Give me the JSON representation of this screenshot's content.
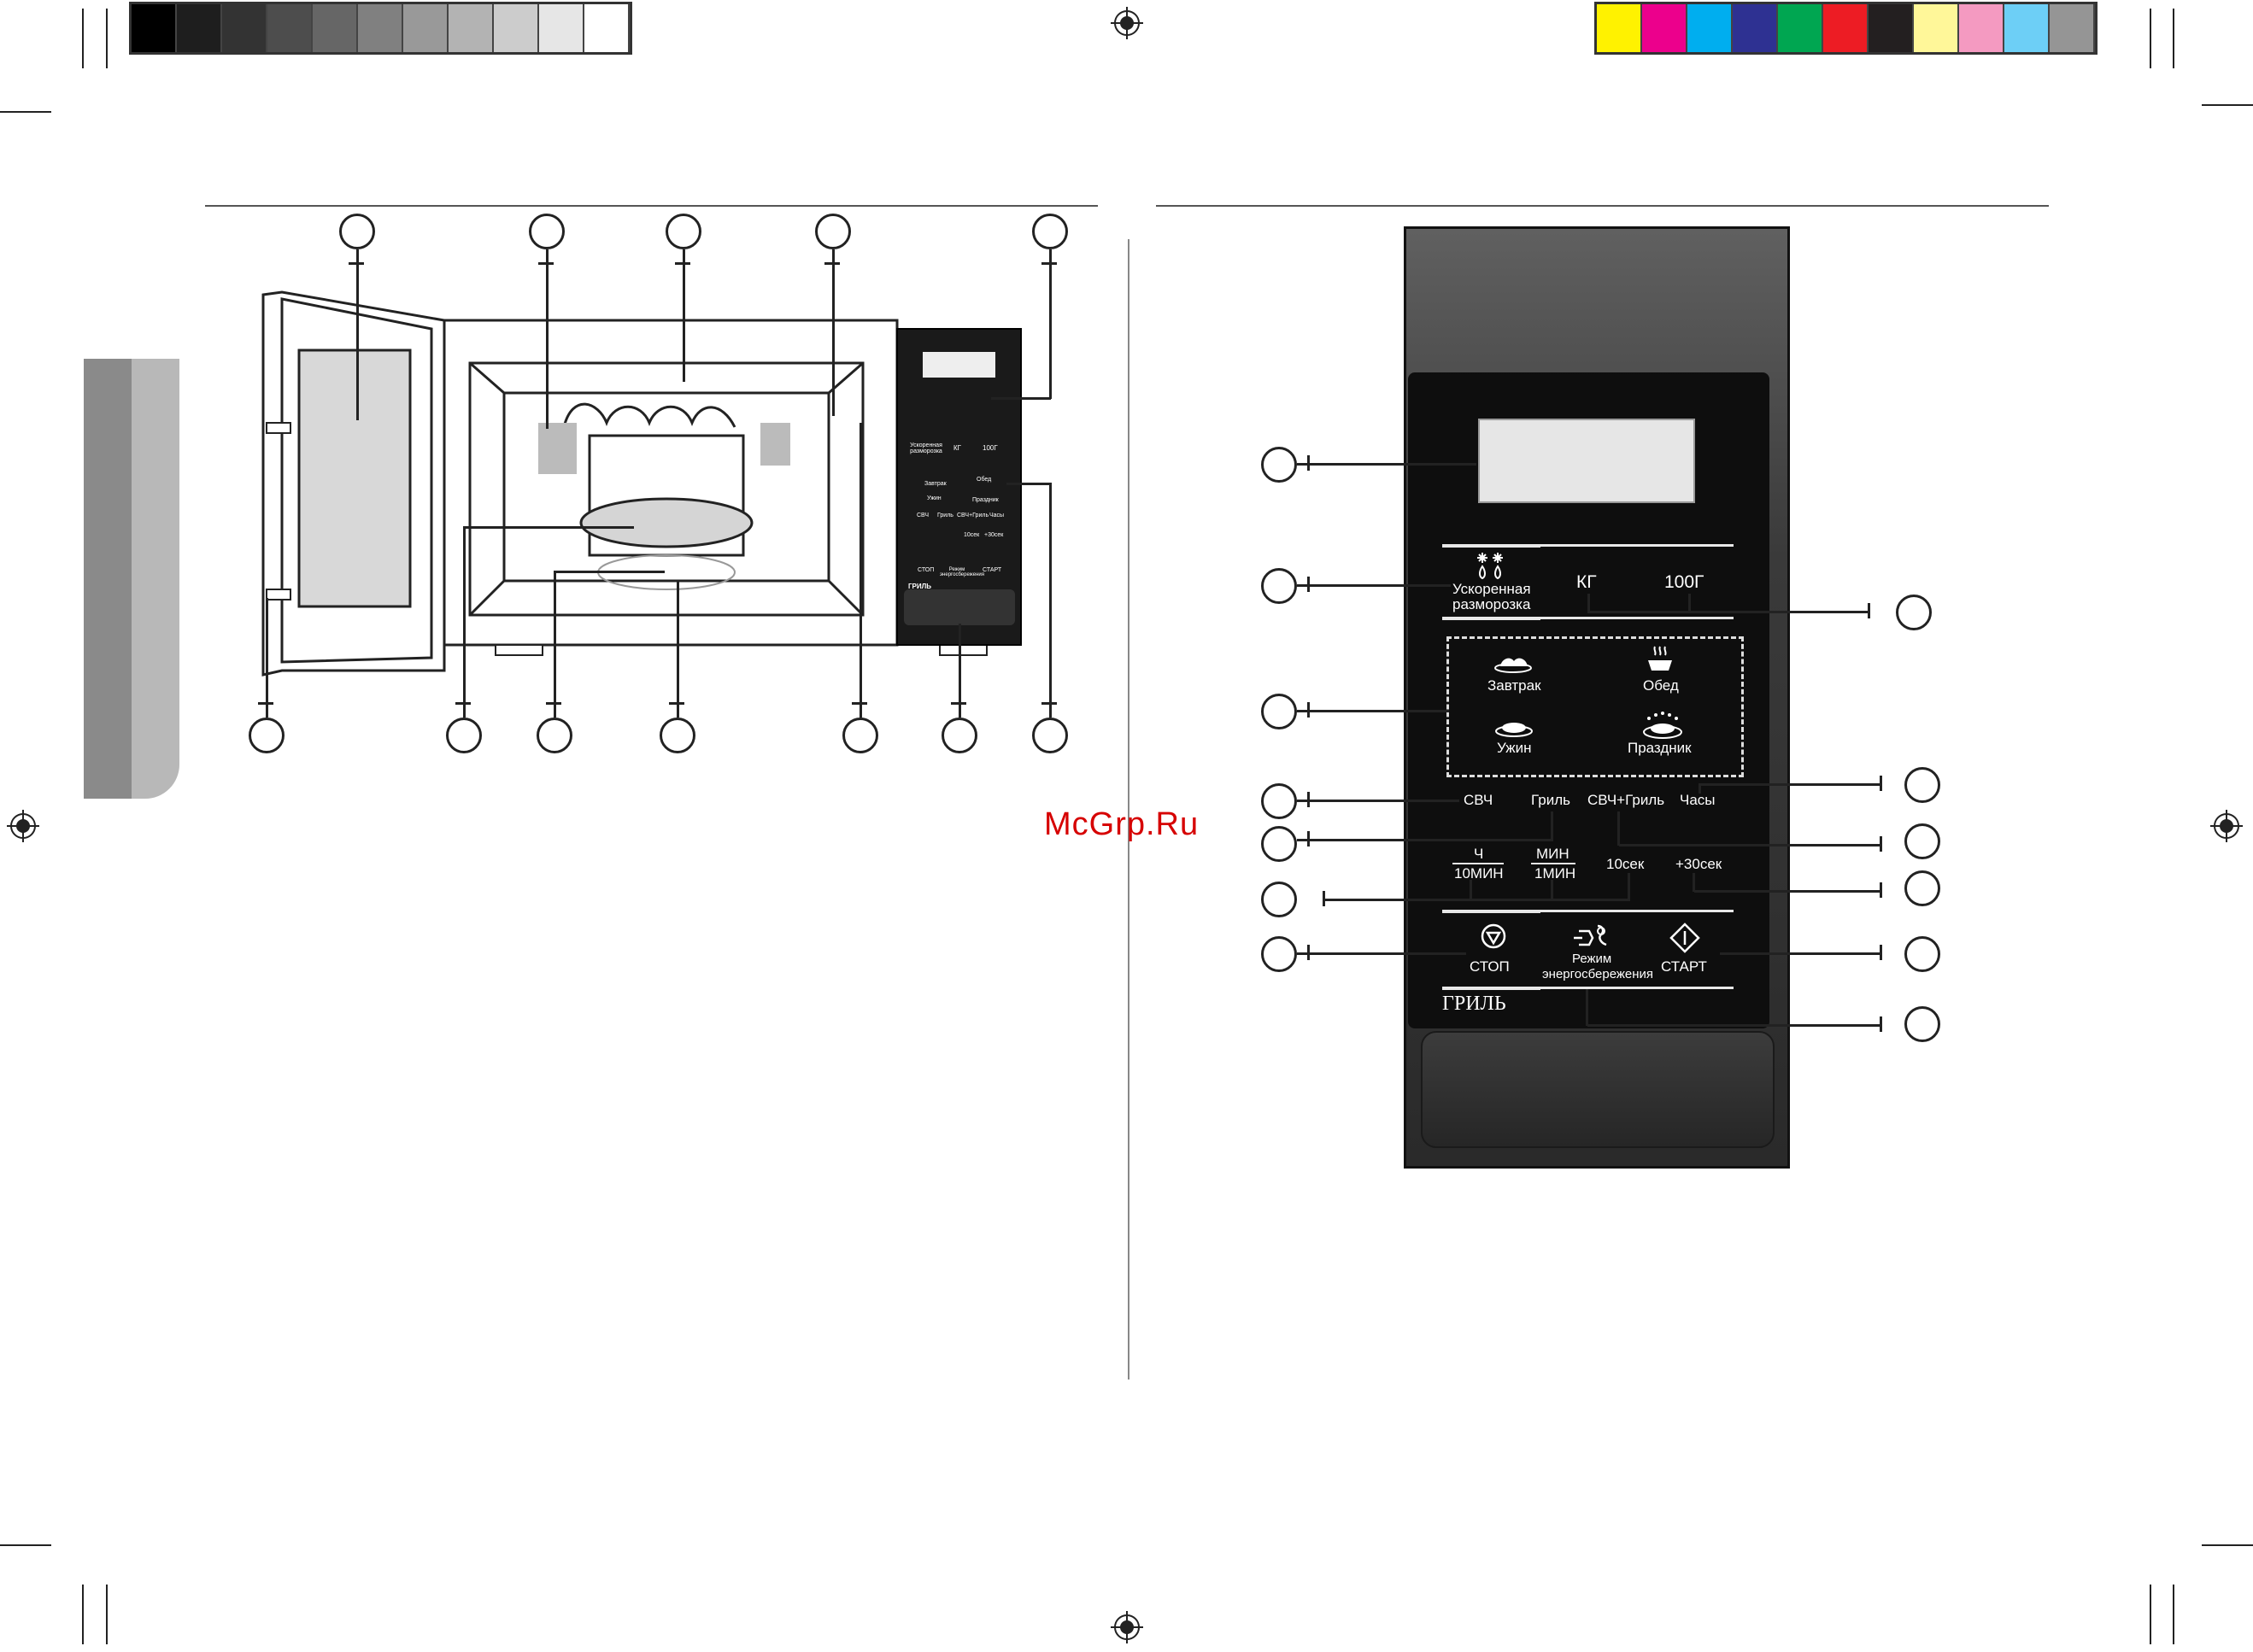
{
  "watermark": "McGrp.Ru",
  "swatches_gray": [
    "#000000",
    "#1e1e1e",
    "#333333",
    "#4d4d4d",
    "#666666",
    "#808080",
    "#999999",
    "#b3b3b3",
    "#cccccc",
    "#e6e6e6",
    "#ffffff"
  ],
  "swatches_color": [
    "#fff200",
    "#ec008c",
    "#00aeef",
    "#2e3192",
    "#00a651",
    "#ed1c24",
    "#231f20",
    "#fff799",
    "#f49ac1",
    "#6dcff6",
    "#959595"
  ],
  "panel": {
    "defrost_label_1": "Ускоренная",
    "defrost_label_2": "разморозка",
    "kg_label": "КГ",
    "g100_label": "100Г",
    "breakfast_label": "Завтрак",
    "lunch_label": "Обед",
    "dinner_label": "Ужин",
    "holiday_label": "Праздник",
    "microwave_label": "СВЧ",
    "grill_label": "Гриль",
    "combo_label": "СВЧ+Гриль",
    "clock_label": "Часы",
    "hour_label": "Ч",
    "min10_label": "10МИН",
    "min_label": "МИН",
    "min1_label": "1МИН",
    "sec10_label": "10сек",
    "sec30_label": "+30сек",
    "stop_label": "СТОП",
    "eco_label_1": "Режим",
    "eco_label_2": "энергосбережения",
    "start_label": "СТАРТ",
    "model_label": "ГРИЛЬ"
  },
  "mini_panel": {
    "defrost": "Ускоренная разморозка",
    "kg": "КГ",
    "g100": "100Г",
    "breakfast": "Завтрак",
    "lunch": "Обед",
    "dinner": "Ужин",
    "holiday": "Праздник",
    "mw": "СВЧ",
    "grill": "Гриль",
    "combo": "СВЧ+Гриль",
    "clock": "Часы",
    "sec10": "10сек",
    "sec30": "+30сек",
    "stop": "СТОП",
    "eco": "Режим энергосбережения",
    "start": "СТАРТ",
    "model": "ГРИЛЬ"
  }
}
